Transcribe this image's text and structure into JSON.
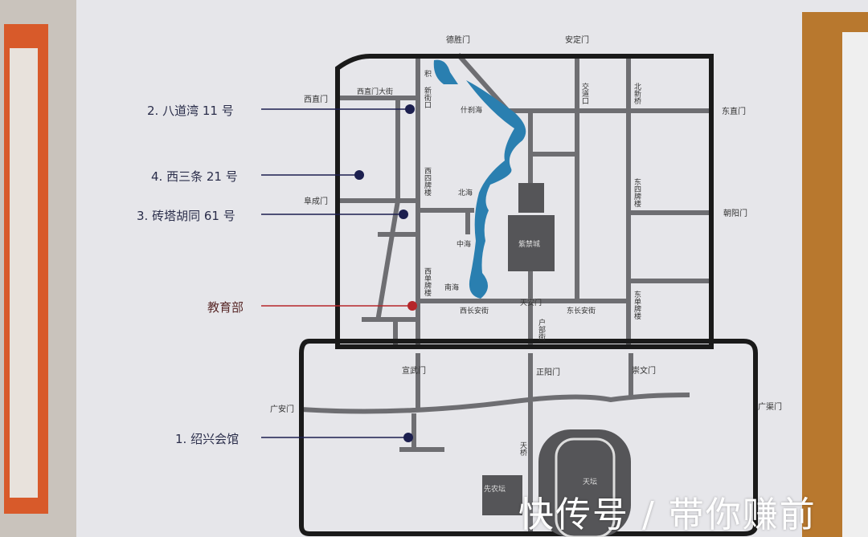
{
  "legend": [
    {
      "label": "2. 八道湾 11 号",
      "color": "#1c1f4f"
    },
    {
      "label": "4. 西三条 21 号",
      "color": "#1c1f4f"
    },
    {
      "label": "3. 砖塔胡同 61 号",
      "color": "#1c1f4f"
    },
    {
      "label": "教育部",
      "color": "#b5262a"
    },
    {
      "label": "1. 绍兴会馆",
      "color": "#1c1f4f"
    }
  ],
  "places": {
    "deshengmen": "德胜门",
    "andingmen": "安定门",
    "xizhimen": "西直门",
    "dongzhimen": "东直门",
    "fuchengmen": "阜成门",
    "chaoyangmen": "朝阳门",
    "xizhimen_st": "西直门大街",
    "xinjiekou": "新街口",
    "ji": "积",
    "shichahai": "什刹海",
    "jiaodaokou": "交道口",
    "beixinqiao": "北新桥",
    "xisi": "西四牌楼",
    "dongsi": "东四牌楼",
    "beihai": "北海",
    "zhonghai": "中海",
    "nanhai": "南海",
    "zijincheng": "紫禁城",
    "xidan": "西单牌楼",
    "dongdan": "东单牌楼",
    "tiananmen": "天安门",
    "xichangan": "西长安街",
    "dongchangan": "东长安街",
    "hubu": "户部街",
    "xuanwumen": "宣武门",
    "zhengyangmen": "正阳门",
    "chongwenmen": "崇文门",
    "guanganmen": "广安门",
    "guangqumen": "广渠门",
    "tianqiao": "天桥",
    "tiantan": "天坛",
    "xiannongtan": "先农坛"
  },
  "watermark": "快传号 / 带你赚前",
  "colors": {
    "road": "#6e6e72",
    "wall": "#1a1a1a",
    "water": "#2a7fb0",
    "palace": "#555558"
  }
}
